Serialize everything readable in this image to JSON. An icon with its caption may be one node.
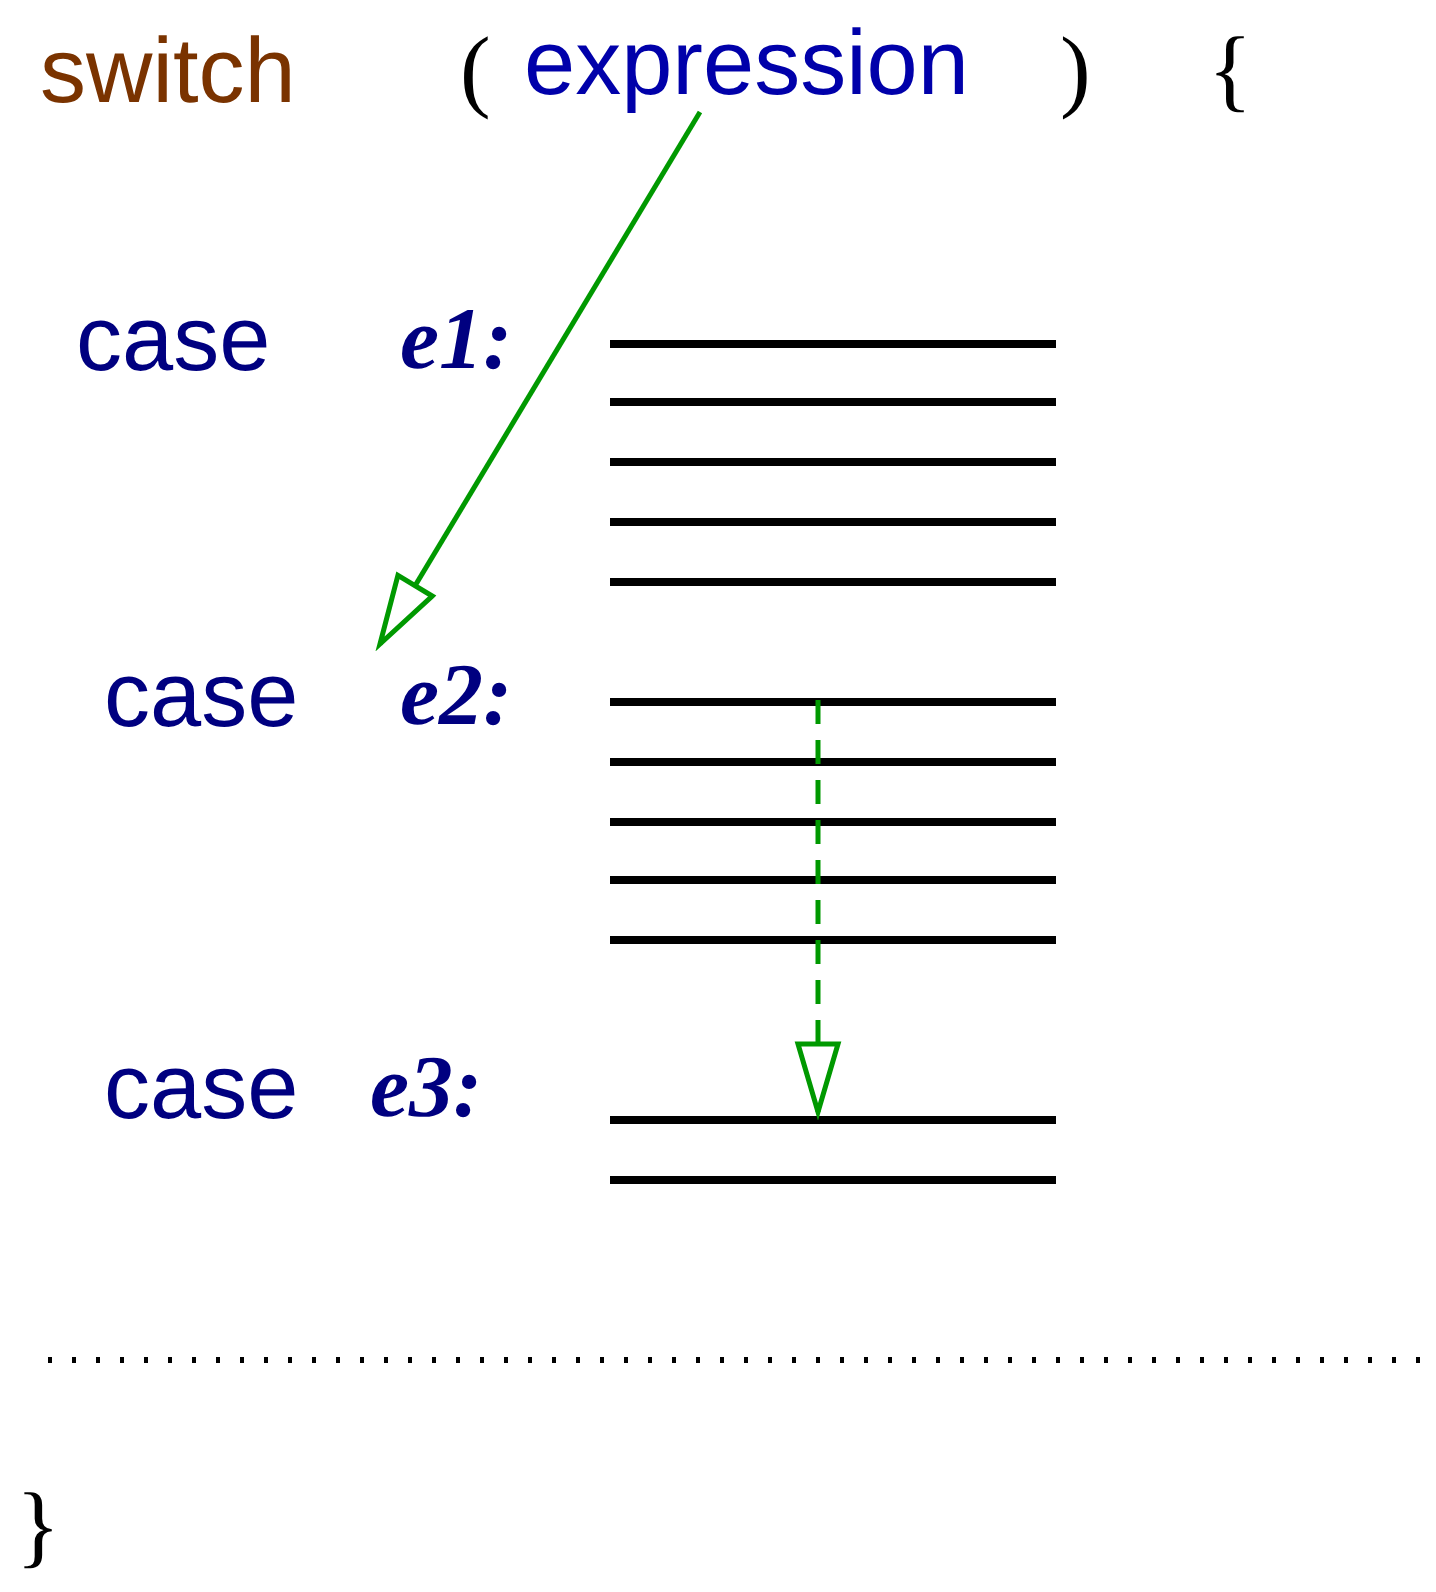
{
  "diagram": {
    "nodes": [
      {
        "text": [
          "expression"
        ]
      },
      {
        "text": [],
        "shape": "bar"
      },
      {
        "text": [
          "case",
          "e2:"
        ]
      },
      {
        "text": [],
        "shape": "bar"
      },
      {
        "text": [],
        "shape": "bar"
      }
    ],
    "edges": [
      {
        "from": 0,
        "to": 2,
        "arrow": "to"
      },
      {
        "from": 3,
        "to": 4,
        "arrow": "to",
        "style": "dashed"
      }
    ],
    "labels": [
      "switch",
      "(",
      ")",
      "{",
      "case",
      "e1:",
      "case",
      "e3:",
      "}"
    ]
  }
}
